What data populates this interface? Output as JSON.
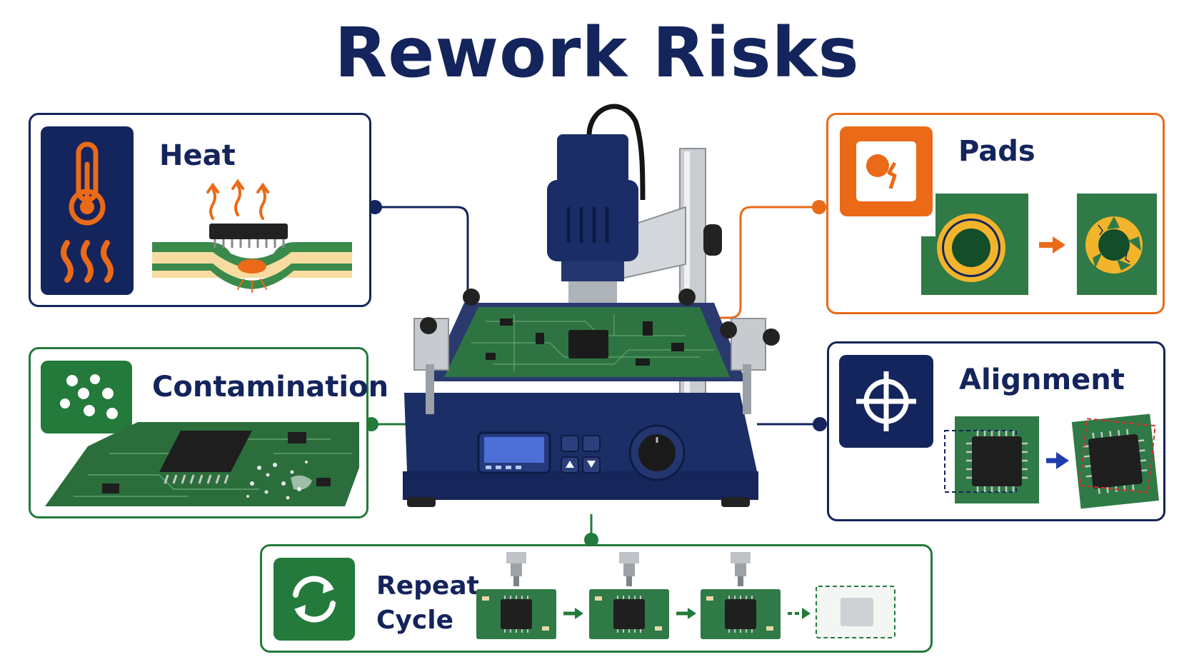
{
  "title": "Rework Risks",
  "panels": {
    "heat": {
      "label": "Heat",
      "icon": "thermometer-heat-icon"
    },
    "pads": {
      "label": "Pads",
      "icon": "damaged-pad-icon"
    },
    "contamination": {
      "label": "Contamination",
      "icon": "particles-icon"
    },
    "alignment": {
      "label": "Alignment",
      "icon": "crosshair-icon"
    },
    "repeat": {
      "label_line1": "Repeat",
      "label_line2": "Cycle",
      "icon": "refresh-cycle-icon"
    }
  },
  "colors": {
    "navy": "#14245c",
    "green": "#237a3b",
    "orange": "#ea6a18",
    "pcb_green": "#2f7a46"
  }
}
